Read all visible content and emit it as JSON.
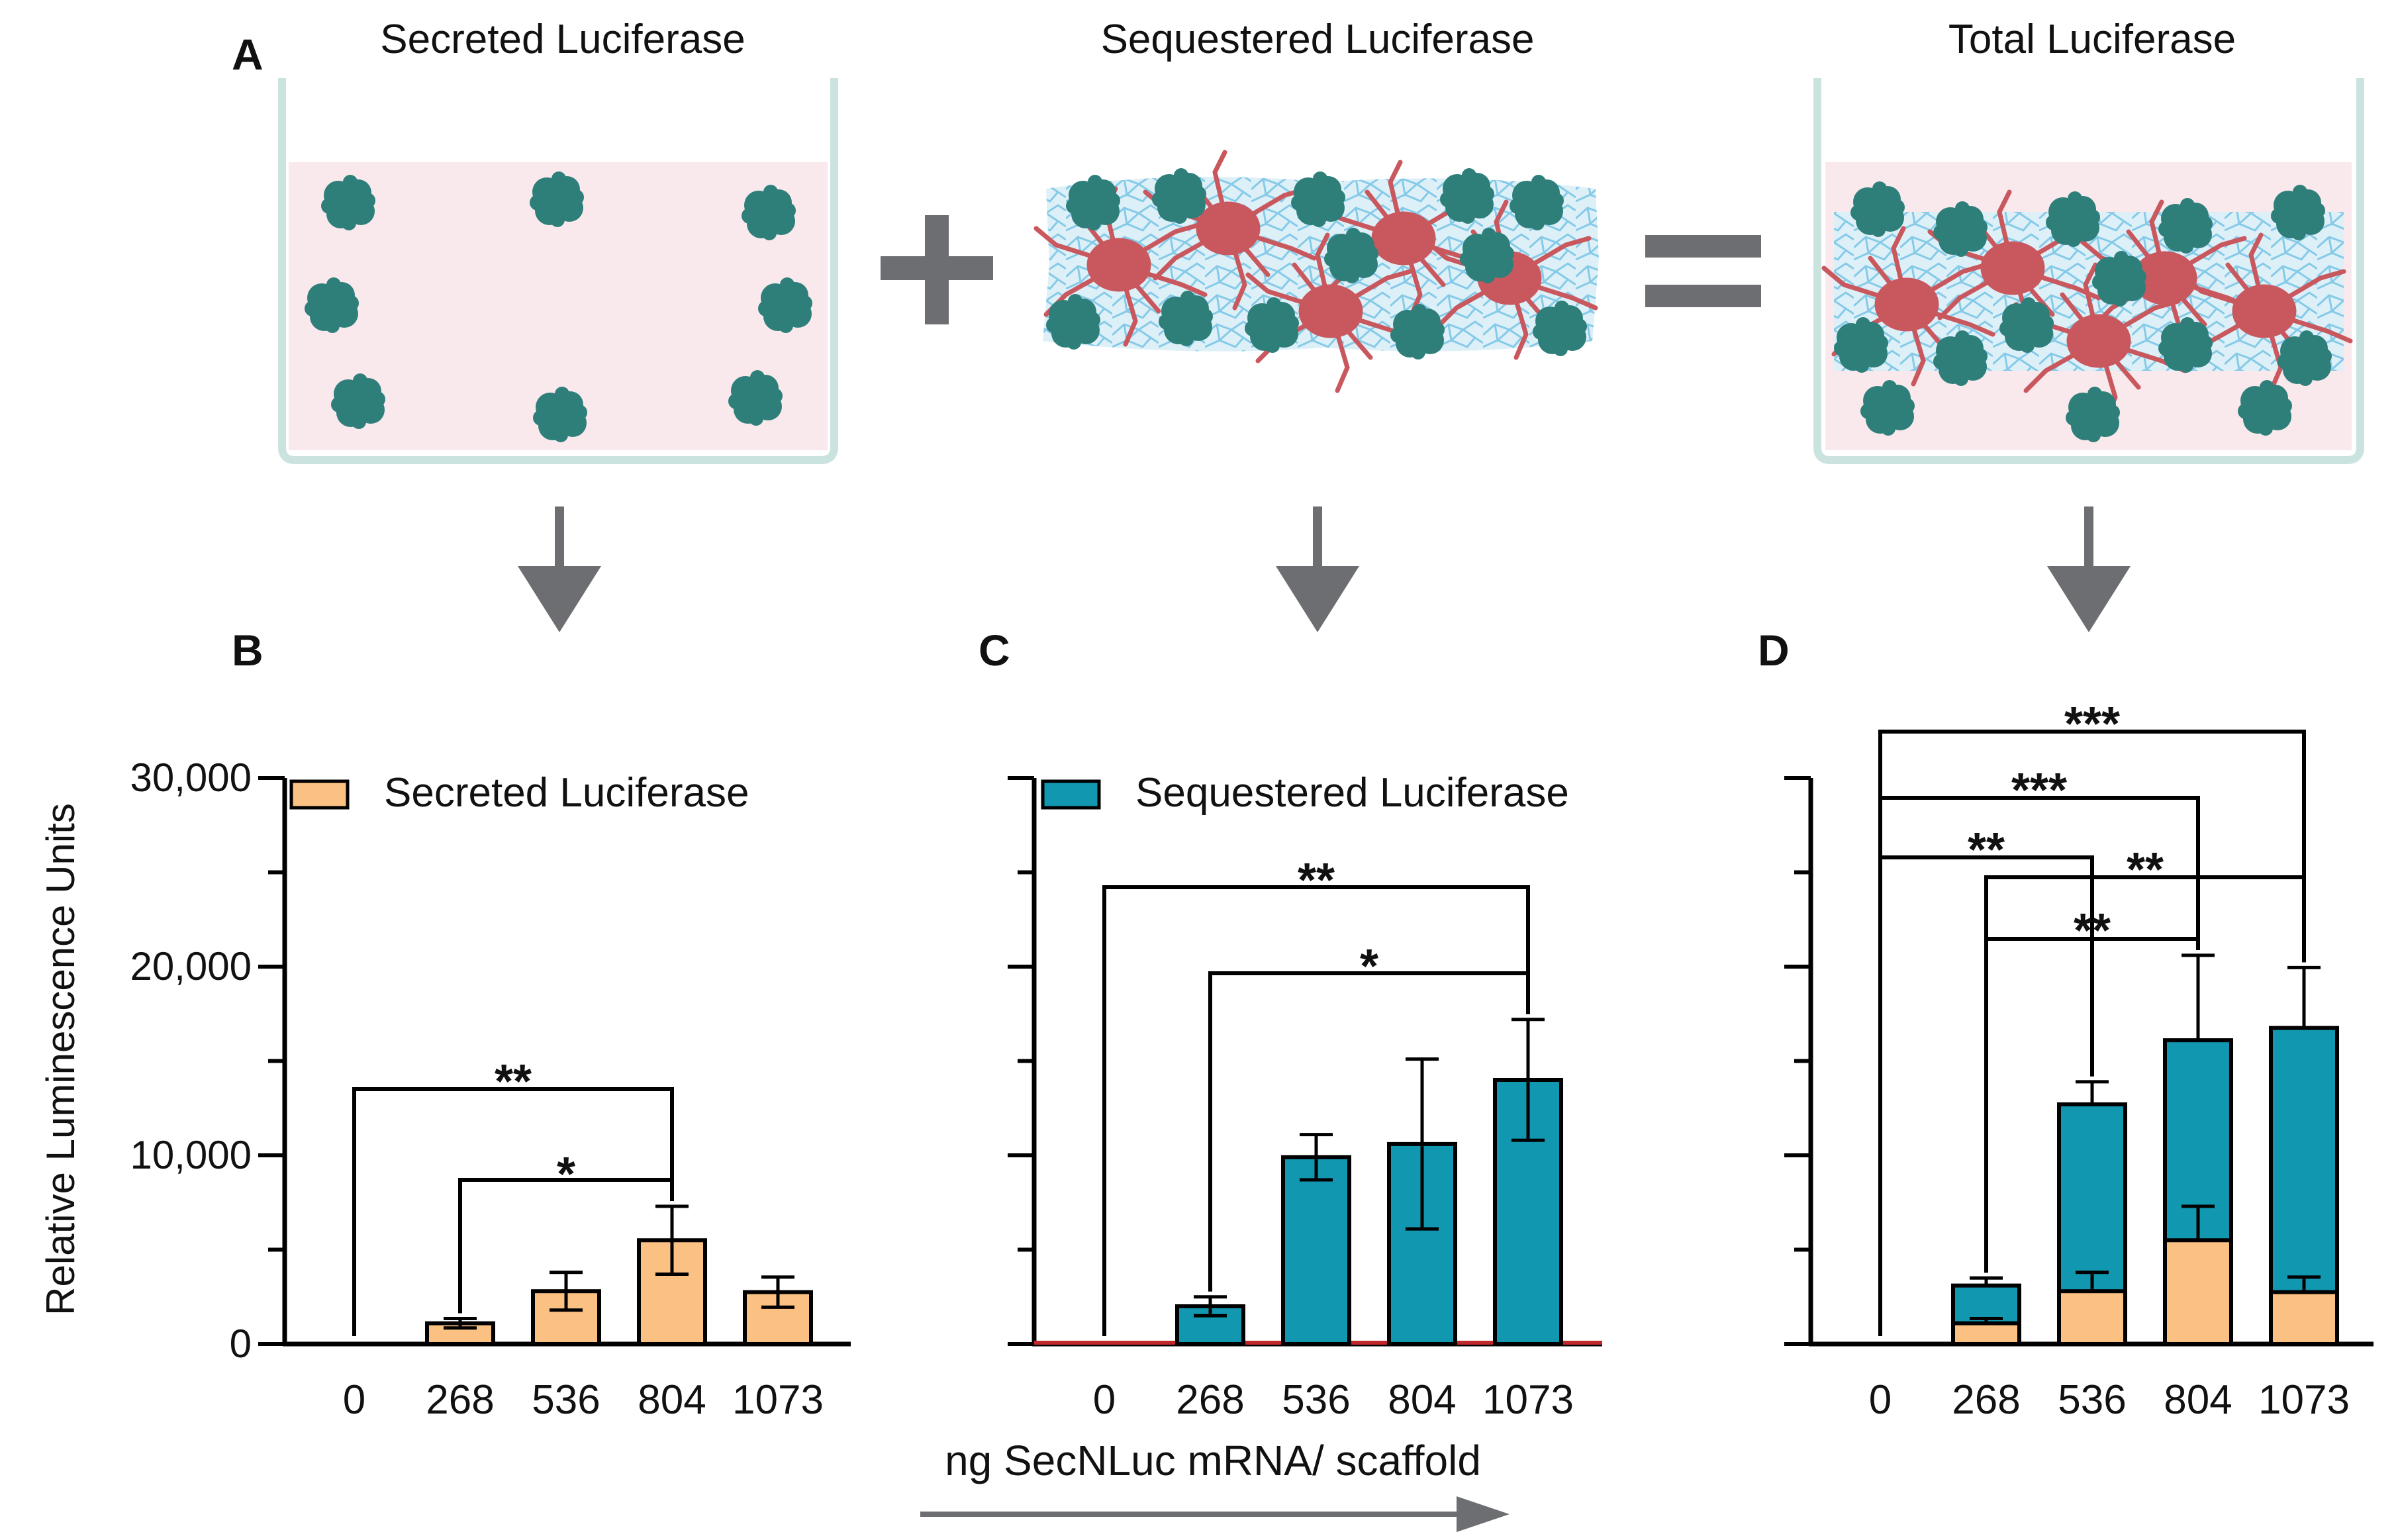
{
  "panel_letters": [
    "A",
    "B",
    "C",
    "D"
  ],
  "schematic": {
    "labels": [
      "Secreted Luciferase",
      "Sequestered Luciferase",
      "Total Luciferase"
    ],
    "plus": "+",
    "equals": "="
  },
  "x_axis_title": "ng SecNLuc mRNA/ scaffold",
  "colors": {
    "secreted": "#FBC183",
    "sequestered": "#1297B1",
    "axis": "#000000",
    "arrow": "#6d6e71",
    "red_line": "#C0282B",
    "medium": "#F9E9EC",
    "dish": "#CBE3DF",
    "protein": "#2E7E7A",
    "cell": "#C9585E",
    "scaffold": "#8ECDE8"
  },
  "chart_data": [
    {
      "panel": "B",
      "type": "bar",
      "categories": [
        "0",
        "268",
        "536",
        "804",
        "1073"
      ],
      "series": [
        {
          "name": "Secreted Luciferase",
          "values": [
            0,
            1100,
            2800,
            5500,
            2750
          ],
          "errors": [
            0,
            250,
            1000,
            1800,
            800
          ]
        }
      ],
      "ylabel": "Relative Luminescence Units",
      "ylim": [
        0,
        30000
      ],
      "yticks": [
        "0",
        "10,000",
        "20,000",
        "30,000"
      ],
      "grid": false,
      "legend": "top-left",
      "significance": [
        {
          "from": "0",
          "to": "804",
          "label": "**"
        },
        {
          "from": "268",
          "to": "804",
          "label": "*"
        }
      ]
    },
    {
      "panel": "C",
      "type": "bar",
      "categories": [
        "0",
        "268",
        "536",
        "804",
        "1073"
      ],
      "series": [
        {
          "name": "Sequestered Luciferase",
          "values": [
            0,
            2000,
            9900,
            10600,
            14000
          ],
          "errors": [
            0,
            500,
            1200,
            4500,
            3200
          ]
        }
      ],
      "ylim": [
        0,
        30000
      ],
      "grid": false,
      "legend": "top-left",
      "significance": [
        {
          "from": "0",
          "to": "1073",
          "label": "**"
        },
        {
          "from": "268",
          "to": "1073",
          "label": "*"
        }
      ]
    },
    {
      "panel": "D",
      "type": "bar",
      "stacked": true,
      "categories": [
        "0",
        "268",
        "536",
        "804",
        "1073"
      ],
      "series": [
        {
          "name": "Secreted Luciferase",
          "values": [
            0,
            1100,
            2800,
            5500,
            2750
          ],
          "errors": [
            0,
            250,
            1000,
            1800,
            800
          ]
        },
        {
          "name": "Sequestered Luciferase",
          "values": [
            0,
            2000,
            9900,
            10600,
            14000
          ]
        }
      ],
      "totals_errors": [
        0,
        400,
        1200,
        4500,
        3200
      ],
      "ylim": [
        0,
        30000
      ],
      "grid": false,
      "significance": [
        {
          "from": "0",
          "to": "1073",
          "label": "***"
        },
        {
          "from": "0",
          "to": "804",
          "label": "***"
        },
        {
          "from": "0",
          "to": "536",
          "label": "**"
        },
        {
          "from": "268",
          "to": "1073",
          "label": "**"
        },
        {
          "from": "268",
          "to": "804",
          "label": "**"
        }
      ]
    }
  ]
}
